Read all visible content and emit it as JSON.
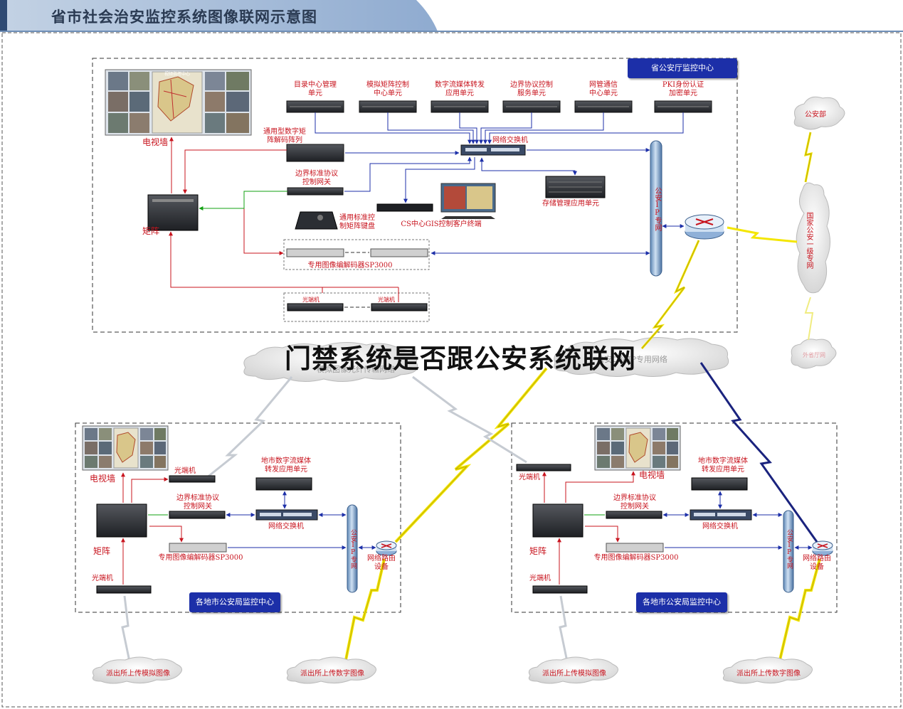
{
  "header": {
    "title": "省市社会治安监控系统图像联网示意图"
  },
  "overlay": {
    "title": "门禁系统是否跟公安系统联网"
  },
  "province": {
    "badge": "省公安厅监控中心",
    "servers": [
      "目录中心管理\n单元",
      "模拟矩阵控制\n中心单元",
      "数字流媒体转发\n应用单元",
      "边界协议控制\n服务单元",
      "网管通信\n中心单元",
      "PKI身份认证\n加密单元"
    ],
    "network_switch": "网络交换机",
    "decoder_matrix": "通用型数字矩\n阵解码阵列",
    "tv_wall": "电视墙",
    "tv_wall_screen": "视频指挥中心",
    "gateway": "边界标准协议\n控制网关",
    "matrix": "矩阵",
    "keyboard": "通用标准控\n制矩阵键盘",
    "cs_terminal": "CS中心GIS控制客户终端",
    "storage": "存储管理应用单元",
    "codec": "专用图像编解码器SP3000",
    "optical_1": "光端机",
    "optical_2": "光端机",
    "ip_net": "公安IP专网"
  },
  "clouds": {
    "ministry": "公安部",
    "national": "国家公安一级专网",
    "other_province": "外省厅网",
    "analog_net": "模拟图像光纤传输网络",
    "ip_net": "公安二级IP专用网络"
  },
  "city_left": {
    "badge": "各地市公安局监控中心",
    "tv_wall": "电视墙",
    "optical_top": "光端机",
    "stream": "地市数字流媒体\n转发应用单元",
    "gateway": "边界标准协议\n控制网关",
    "switch": "网络交换机",
    "matrix": "矩阵",
    "codec": "专用图像编解码器SP3000",
    "optical_bottom": "光端机",
    "ip_net": "公安IP专网",
    "router": "网络路由\n设备",
    "analog_cloud": "派出所上传模拟图像",
    "digital_cloud": "派出所上传数字图像"
  },
  "city_right": {
    "badge": "各地市公安局监控中心",
    "tv_wall": "电视墙",
    "optical_top": "光端机",
    "stream": "地市数字流媒体\n转发应用单元",
    "gateway": "边界标准协议\n控制网关",
    "switch": "网络交换机",
    "matrix": "矩阵",
    "codec": "专用图像编解码器SP3000",
    "optical_bottom": "光端机",
    "ip_net": "公安IP专网",
    "router": "网络路由\n设备",
    "analog_cloud": "派出所上传模拟图像",
    "digital_cloud": "派出所上传数字图像"
  },
  "colors": {
    "red": "#c8141e",
    "blue": "#1c2fa8",
    "green": "#12a012",
    "navy": "#1a237e",
    "yellow": "#f4e600",
    "title_bg": "#a9bdd6"
  }
}
